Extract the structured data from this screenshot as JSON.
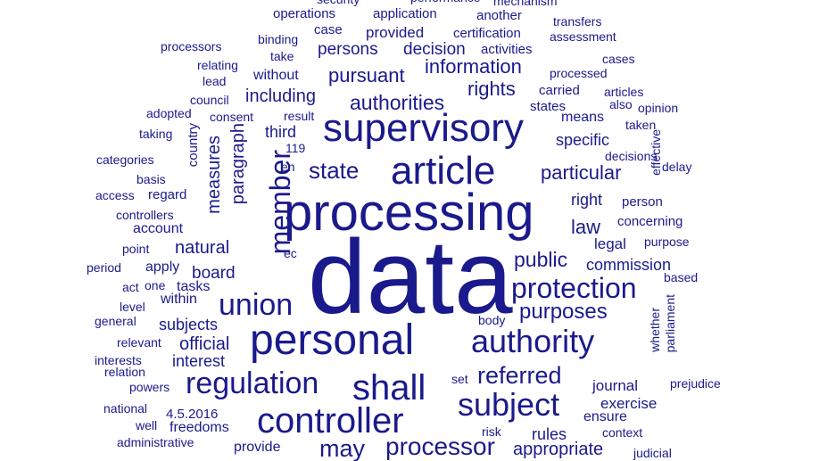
{
  "colors": {
    "word": "#1a1a8c",
    "background": "#ffffff"
  },
  "words": [
    {
      "text": "data",
      "weight": 100
    },
    {
      "text": "processing",
      "weight": 56
    },
    {
      "text": "personal",
      "weight": 50
    },
    {
      "text": "article",
      "weight": 45
    },
    {
      "text": "supervisory",
      "weight": 45
    },
    {
      "text": "controller",
      "weight": 40
    },
    {
      "text": "shall",
      "weight": 40
    },
    {
      "text": "subject",
      "weight": 36
    },
    {
      "text": "authority",
      "weight": 36
    },
    {
      "text": "regulation",
      "weight": 35
    },
    {
      "text": "member",
      "weight": 33
    },
    {
      "text": "union",
      "weight": 32
    },
    {
      "text": "protection",
      "weight": 32
    },
    {
      "text": "processor",
      "weight": 28
    },
    {
      "text": "may",
      "weight": 27
    },
    {
      "text": "referred",
      "weight": 27
    },
    {
      "text": "state",
      "weight": 25
    },
    {
      "text": "purposes",
      "weight": 24
    },
    {
      "text": "authorities",
      "weight": 23
    },
    {
      "text": "public",
      "weight": 23
    },
    {
      "text": "rights",
      "weight": 22
    },
    {
      "text": "particular",
      "weight": 22
    },
    {
      "text": "information",
      "weight": 22
    },
    {
      "text": "pursuant",
      "weight": 22
    },
    {
      "text": "law",
      "weight": 21
    },
    {
      "text": "including",
      "weight": 20
    },
    {
      "text": "measures",
      "weight": 20
    },
    {
      "text": "paragraph",
      "weight": 20
    },
    {
      "text": "natural",
      "weight": 20
    },
    {
      "text": "official",
      "weight": 20
    },
    {
      "text": "appropriate",
      "weight": 20
    },
    {
      "text": "persons",
      "weight": 19
    },
    {
      "text": "decision",
      "weight": 19
    },
    {
      "text": "board",
      "weight": 19
    },
    {
      "text": "subjects",
      "weight": 18
    },
    {
      "text": "right",
      "weight": 18
    },
    {
      "text": "specific",
      "weight": 18
    },
    {
      "text": "third",
      "weight": 18
    },
    {
      "text": "commission",
      "weight": 18
    },
    {
      "text": "rules",
      "weight": 18
    },
    {
      "text": "interest",
      "weight": 18
    },
    {
      "text": "provided",
      "weight": 17
    },
    {
      "text": "journal",
      "weight": 17
    },
    {
      "text": "legal",
      "weight": 17
    },
    {
      "text": "exercise",
      "weight": 17
    },
    {
      "text": "within",
      "weight": 16
    },
    {
      "text": "means",
      "weight": 16
    },
    {
      "text": "provide",
      "weight": 16
    },
    {
      "text": "ensure",
      "weight": 16
    },
    {
      "text": "freedoms",
      "weight": 16
    },
    {
      "text": "account",
      "weight": 16
    },
    {
      "text": "apply",
      "weight": 16
    },
    {
      "text": "tasks",
      "weight": 16
    },
    {
      "text": "without",
      "weight": 16
    },
    {
      "text": "activities",
      "weight": 15
    },
    {
      "text": "certification",
      "weight": 15
    },
    {
      "text": "application",
      "weight": 15
    },
    {
      "text": "operations",
      "weight": 15
    },
    {
      "text": "another",
      "weight": 15
    },
    {
      "text": "case",
      "weight": 15
    },
    {
      "text": "concerning",
      "weight": 15
    },
    {
      "text": "person",
      "weight": 15
    },
    {
      "text": "carried",
      "weight": 15
    },
    {
      "text": "states",
      "weight": 15
    },
    {
      "text": "4.5.2016",
      "weight": 15
    },
    {
      "text": "country",
      "weight": 15
    },
    {
      "text": "regard",
      "weight": 15
    },
    {
      "text": "consent",
      "weight": 14
    },
    {
      "text": "binding",
      "weight": 14
    },
    {
      "text": "processors",
      "weight": 14
    },
    {
      "text": "transfers",
      "weight": 14
    },
    {
      "text": "assessment",
      "weight": 14
    },
    {
      "text": "processed",
      "weight": 14
    },
    {
      "text": "cases",
      "weight": 14
    },
    {
      "text": "articles",
      "weight": 14
    },
    {
      "text": "also",
      "weight": 14
    },
    {
      "text": "opinion",
      "weight": 14
    },
    {
      "text": "taken",
      "weight": 14
    },
    {
      "text": "effective",
      "weight": 14
    },
    {
      "text": "decisions",
      "weight": 14
    },
    {
      "text": "delay",
      "weight": 14
    },
    {
      "text": "purpose",
      "weight": 14
    },
    {
      "text": "based",
      "weight": 14
    },
    {
      "text": "whether",
      "weight": 14
    },
    {
      "text": "parliament",
      "weight": 14
    },
    {
      "text": "prejudice",
      "weight": 14
    },
    {
      "text": "context",
      "weight": 14
    },
    {
      "text": "judicial",
      "weight": 14
    },
    {
      "text": "risk",
      "weight": 14
    },
    {
      "text": "administrative",
      "weight": 14
    },
    {
      "text": "well",
      "weight": 14
    },
    {
      "text": "national",
      "weight": 14
    },
    {
      "text": "powers",
      "weight": 14
    },
    {
      "text": "relation",
      "weight": 14
    },
    {
      "text": "interests",
      "weight": 14
    },
    {
      "text": "relevant",
      "weight": 14
    },
    {
      "text": "general",
      "weight": 14
    },
    {
      "text": "level",
      "weight": 14
    },
    {
      "text": "act",
      "weight": 14
    },
    {
      "text": "one",
      "weight": 14
    },
    {
      "text": "period",
      "weight": 14
    },
    {
      "text": "point",
      "weight": 14
    },
    {
      "text": "controllers",
      "weight": 14
    },
    {
      "text": "access",
      "weight": 14
    },
    {
      "text": "basis",
      "weight": 14
    },
    {
      "text": "categories",
      "weight": 14
    },
    {
      "text": "taking",
      "weight": 14
    },
    {
      "text": "adopted",
      "weight": 14
    },
    {
      "text": "council",
      "weight": 14
    },
    {
      "text": "lead",
      "weight": 14
    },
    {
      "text": "relating",
      "weight": 14
    },
    {
      "text": "take",
      "weight": 14
    },
    {
      "text": "result",
      "weight": 14
    },
    {
      "text": "119",
      "weight": 14
    },
    {
      "text": "en",
      "weight": 14
    },
    {
      "text": "ec",
      "weight": 14
    },
    {
      "text": "body",
      "weight": 14
    },
    {
      "text": "set",
      "weight": 14
    },
    {
      "text": "security",
      "weight": 14
    },
    {
      "text": "performance",
      "weight": 14
    },
    {
      "text": "mechanism",
      "weight": 14
    }
  ]
}
